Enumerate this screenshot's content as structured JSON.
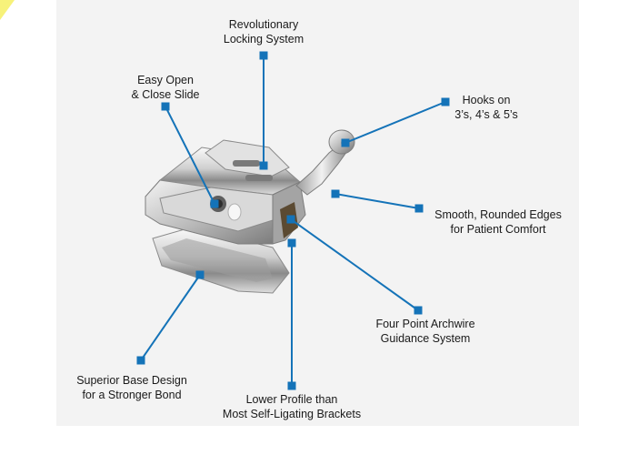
{
  "labels": {
    "locking": "Revolutionary\nLocking System",
    "slide": "Easy Open\n& Close Slide",
    "hooks": "Hooks on\n3’s, 4’s & 5’s",
    "edges": "Smooth, Rounded Edges\nfor Patient Comfort",
    "guidance": "Four Point Archwire\nGuidance System",
    "base": "Superior Base Design\nfor a Stronger Bond",
    "profile": "Lower Profile than\nMost Self-Ligating Brackets"
  },
  "colors": {
    "leader": "#1473b8",
    "marker": "#1473b8",
    "metal_light": "#f4f4f4",
    "metal_mid": "#c4c4c4",
    "metal_dark": "#6e6e6e",
    "background": "#f3f3f3",
    "accent": "#f7f27a"
  }
}
